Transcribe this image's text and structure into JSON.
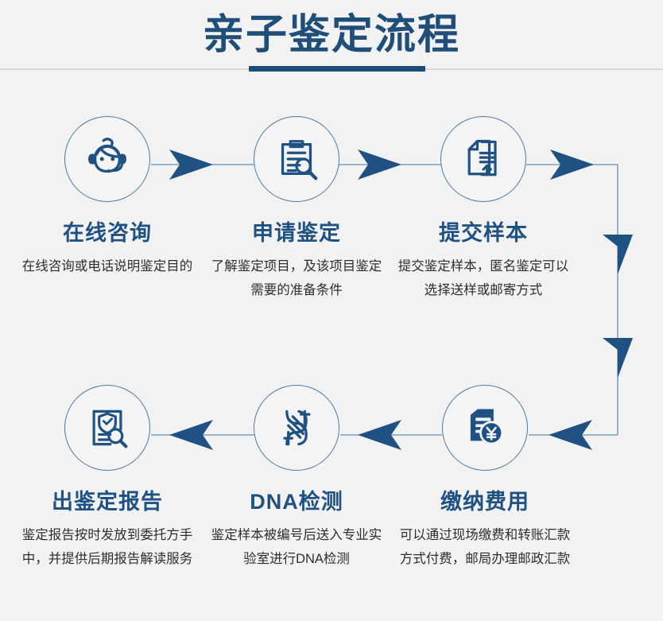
{
  "page": {
    "title": "亲子鉴定流程",
    "background_color": "#f2f2f2",
    "accent_color": "#1c4d7c",
    "title_color": "#1f4e79",
    "heading_color": "#1f5183",
    "body_text_color": "#2e2e2e",
    "circle_border_color": "#4c7ba6",
    "arrow_color": "#1f5183",
    "connector_line_color": "#7ba0c0"
  },
  "flow": {
    "type": "process-flow",
    "direction": "top row left-to-right, then down the right side, then bottom row right-to-left",
    "steps": [
      {
        "index": 1,
        "icon": "customer-service-headset-icon",
        "title": "在线咨询",
        "desc": "在线咨询或电话说明鉴定目的"
      },
      {
        "index": 2,
        "icon": "clipboard-magnifier-icon",
        "title": "申请鉴定",
        "desc": "了解鉴定项目，及该项目鉴定需要的准备条件"
      },
      {
        "index": 3,
        "icon": "document-upload-icon",
        "title": "提交样本",
        "desc": "提交鉴定样本，匿名鉴定可以选择送样或邮寄方式"
      },
      {
        "index": 4,
        "icon": "invoice-yuan-icon",
        "title": "缴纳费用",
        "desc": "可以通过现场缴费和转账汇款方式付费，邮局办理邮政汇款"
      },
      {
        "index": 5,
        "icon": "dna-helix-icon",
        "title": "DNA检测",
        "desc": "鉴定样本被编号后送入专业实验室进行DNA检测"
      },
      {
        "index": 6,
        "icon": "report-shield-magnifier-icon",
        "title": "出鉴定报告",
        "desc": "鉴定报告按时发放到委托方手中，并提供后期报告解读服务"
      }
    ],
    "connectors": [
      {
        "name": "arrow-step1-to-step2",
        "direction": "right"
      },
      {
        "name": "arrow-step2-to-step3",
        "direction": "right"
      },
      {
        "name": "arrow-step3-to-right-rail",
        "direction": "right"
      },
      {
        "name": "arrow-right-rail-down-upper",
        "direction": "down"
      },
      {
        "name": "arrow-right-rail-down-lower",
        "direction": "down"
      },
      {
        "name": "arrow-right-rail-to-step4",
        "direction": "left"
      },
      {
        "name": "arrow-step4-to-step5",
        "direction": "left"
      },
      {
        "name": "arrow-step5-to-step6",
        "direction": "left"
      }
    ]
  }
}
